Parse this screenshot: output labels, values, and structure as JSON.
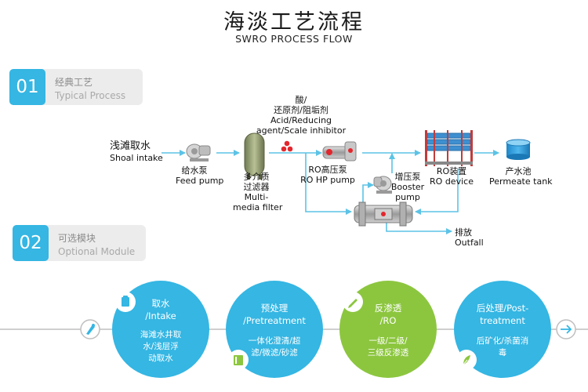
{
  "header": {
    "title": "海淡工艺流程",
    "subtitle": "SWRO PROCESS FLOW"
  },
  "sections": [
    {
      "number": "01",
      "title_cn": "经典工艺",
      "title_en": "Typical Process"
    },
    {
      "number": "02",
      "title_cn": "可选模块",
      "title_en": "Optional Module"
    }
  ],
  "flow": {
    "intake": {
      "cn": "浅滩取水",
      "en": "Shoal intake"
    },
    "feed_pump": {
      "cn": "给水泵",
      "en": "Feed pump"
    },
    "filter": {
      "cn": "多介质",
      "cn2": "过滤器",
      "en": "Multi-",
      "en2": "media filter"
    },
    "chemicals": {
      "line1": "酸/",
      "line2": "还原剂/阻垢剂",
      "line3": "Acid/Reducing",
      "line4": "agent/Scale inhibitor"
    },
    "hp_pump": {
      "cn": "RO高压泵",
      "en": "RO HP pump"
    },
    "booster": {
      "cn": "增压泵",
      "en": "Booster",
      "en2": "pump"
    },
    "ro_device": {
      "cn": "RO装置",
      "en": "RO device"
    },
    "permeate": {
      "cn": "产水池",
      "en": "Permeate tank"
    },
    "outfall": {
      "cn": "排放",
      "en": "Outfall"
    }
  },
  "modules": [
    {
      "title": "取水",
      "title2": "/Intake",
      "desc": [
        "海滩水井取",
        "水/浅层浮",
        "动取水"
      ],
      "color": "#35b6e3"
    },
    {
      "title": "预处理",
      "title2": "/Pretreatment",
      "desc": [
        "一体化澄清/超",
        "滤/微滤/砂滤"
      ],
      "color": "#35b6e3"
    },
    {
      "title": "反渗透",
      "title2": "/RO",
      "desc": [
        "一级/二级/",
        "三级反渗透"
      ],
      "color": "#8cc63f"
    },
    {
      "title": "后处理/Post-",
      "title2": "treatment",
      "desc": [
        "后矿化/杀菌消",
        "毒"
      ],
      "color": "#35b6e3"
    }
  ],
  "colors": {
    "accent": "#35b6e3",
    "green": "#8cc63f",
    "line": "#bfbfbf",
    "arrow": "#5cc3e6"
  }
}
